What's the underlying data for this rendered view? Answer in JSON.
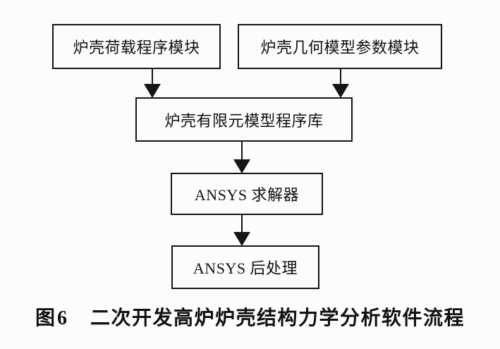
{
  "diagram": {
    "type": "flowchart",
    "background_color": "#fcfcfc",
    "line_color": "#151515",
    "nodes": [
      {
        "id": "shell-load-module",
        "label": "炉壳荷载程序模块"
      },
      {
        "id": "shell-geometry-module",
        "label": "炉壳几何模型参数模块"
      },
      {
        "id": "fe-model-library",
        "label": "炉壳有限元模型程序库"
      },
      {
        "id": "ansys-solver",
        "label": "ANSYS 求解器"
      },
      {
        "id": "ansys-postprocess",
        "label": "ANSYS 后处理"
      }
    ],
    "edges": [
      {
        "from": "shell-load-module",
        "to": "fe-model-library"
      },
      {
        "from": "shell-geometry-module",
        "to": "fe-model-library"
      },
      {
        "from": "fe-model-library",
        "to": "ansys-solver"
      },
      {
        "from": "ansys-solver",
        "to": "ansys-postprocess"
      }
    ],
    "caption": {
      "prefix": "图6",
      "text": "二次开发高炉炉壳结构力学分析软件流程"
    }
  }
}
